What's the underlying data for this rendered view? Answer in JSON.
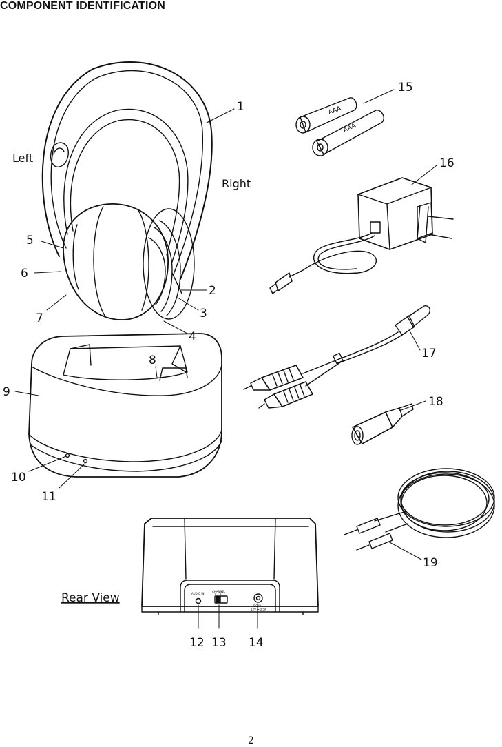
{
  "heading": "COMPONENT IDENTIFICATION",
  "labels": {
    "left": "Left",
    "right": "Right",
    "rear_view": "Rear View",
    "battery_text_1": "AAA",
    "battery_text_2": "AAA",
    "audio_in": "AUDIO IN",
    "channel": "CHANNEL",
    "channel_positions": "1  2  3",
    "dc_in": "DC IN",
    "dc_spec": "12V ⎓ 0.5A"
  },
  "callouts": [
    "1",
    "2",
    "3",
    "4",
    "5",
    "6",
    "7",
    "8",
    "9",
    "10",
    "11",
    "12",
    "13",
    "14",
    "15",
    "16",
    "17",
    "18",
    "19"
  ],
  "page_number": "2"
}
